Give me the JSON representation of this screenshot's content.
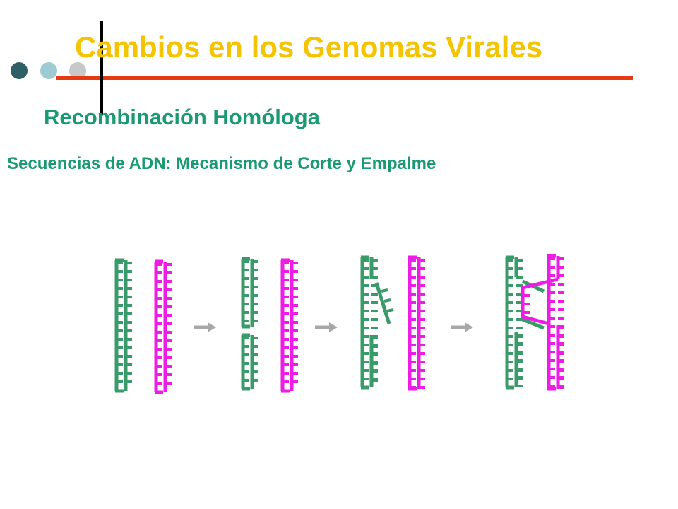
{
  "slide": {
    "title": "Cambios en los Genomas Virales",
    "subtitle": "Recombinación Homóloga",
    "caption": "Secuencias de ADN: Mecanismo de Corte y Empalme"
  },
  "colors": {
    "title": "#f5c400",
    "text_green": "#1a9a72",
    "strand_green": "#3a9a6a",
    "strand_magenta": "#ee1de6",
    "rule_red": "#e63a12",
    "rule_black": "#000000",
    "bullet_dark": "#2e5f66",
    "bullet_light": "#9ccbd2",
    "bullet_gray": "#c8c8c8",
    "arrow_gray": "#a8a8a8"
  },
  "diagram": {
    "stages": [
      "duplex-pair",
      "strand-nick",
      "strand-invasion",
      "strand-exchange"
    ],
    "arrow_count": 3
  }
}
